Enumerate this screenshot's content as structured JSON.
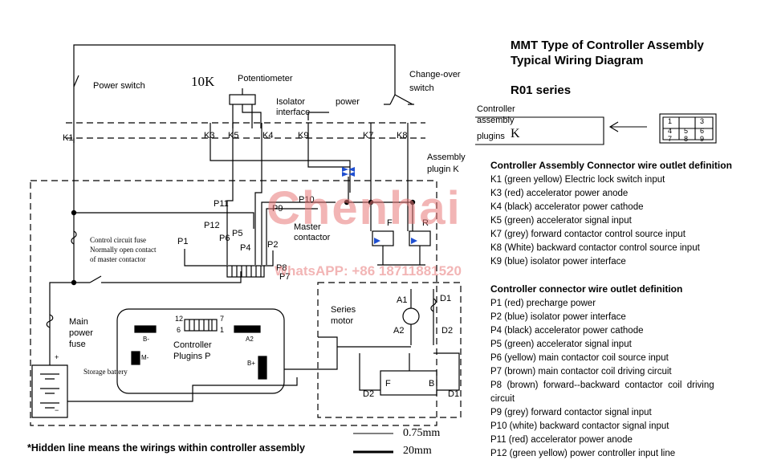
{
  "title_line1": "MMT Type of Controller Assembly",
  "title_line2": "Typical Wiring Diagram",
  "series": "R01 series",
  "plug_label_1": "Controller",
  "plug_label_2": "assembly",
  "plug_label_3": "plugins",
  "plug_label_k": "K",
  "plug_pins": [
    "1",
    "3",
    "4",
    "5",
    "6",
    "7",
    "8",
    "9"
  ],
  "k_section_title": "Controller Assembly Connector wire outlet definition",
  "k_items": [
    "K1 (green yellow) Electric lock switch input",
    "K3 (red) accelerator power anode",
    "K4 (black) accelerator power cathode",
    "K5 (green) accelerator signal input",
    "K7 (grey) forward contactor control source input",
    "K8 (White) backward contactor control source input",
    "K9 (blue) isolator power interface"
  ],
  "p_section_title": "Controller connector wire outlet definition",
  "p_items": [
    "P1 (red) precharge power",
    "P2 (blue) isolator power interface",
    "P4 (black) accelerator power cathode",
    "P5 (green) accelerator signal input",
    "P6 (yellow) main contactor coil source input",
    "P7 (brown) main contactor coil driving circuit",
    "P8  (brown)  forward--backward  contactor  coil  driving",
    "circuit",
    "P9 (grey) forward contactor signal input",
    "P10 (white) backward contactor signal input",
    "P11 (red) accelerator power anode",
    "P12 (green yellow) power controller input line"
  ],
  "labels": {
    "power_switch": "Power switch",
    "pot_value": "10K",
    "potentiometer": "Potentiometer",
    "isolator_1": "Isolator",
    "isolator_2": "interface",
    "power": "power",
    "changeover_1": "Change-over",
    "changeover_2": "switch",
    "assembly_1": "Assembly",
    "assembly_2": "plugin K",
    "k1": "K1",
    "k3": "K3",
    "k5": "K5",
    "k4": "K4",
    "k9": "K9",
    "k7": "K7",
    "k8": "K8",
    "p10": "P10",
    "p9": "P9",
    "p11": "P11",
    "p12": "P12",
    "p6": "P6",
    "p5": "P5",
    "p4": "P4",
    "p2": "P2",
    "p1": "P1",
    "p8": "P8",
    "p7": "P7",
    "f": "F",
    "r": "R",
    "master_1": "Master",
    "master_2": "contactor",
    "ctrl_fuse_1": "Control circuit fuse",
    "ctrl_fuse_2": "Normally open contact",
    "ctrl_fuse_3": "of master contactor",
    "main_fuse_1": "Main",
    "main_fuse_2": "power",
    "main_fuse_3": "fuse",
    "storage_battery": "Storage battery",
    "plus": "+",
    "minus": "−",
    "series_1": "Series",
    "series_2": "motor",
    "a1": "A1",
    "a2": "A2",
    "d1": "D1",
    "d2": "D2",
    "d2_b": "D2",
    "d1_b": "D1",
    "ctrl_plug_1": "Controller",
    "ctrl_plug_2": "Plugins P",
    "pin12": "12",
    "pin7": "7",
    "pin6": "6",
    "pin1": "1",
    "b_minus": "B-",
    "m_minus": "M-",
    "a2_ctrl": "A2",
    "b_plus": "B+",
    "f_b": "F",
    "b_b": "B"
  },
  "footnote": "*Hidden line means the wirings within controller assembly",
  "legend_thin": "0.75mm",
  "legend_thick": "20mm",
  "watermark_brand": "Chenhai",
  "watermark_contact": "WhatsAPP: +86 18711881520"
}
